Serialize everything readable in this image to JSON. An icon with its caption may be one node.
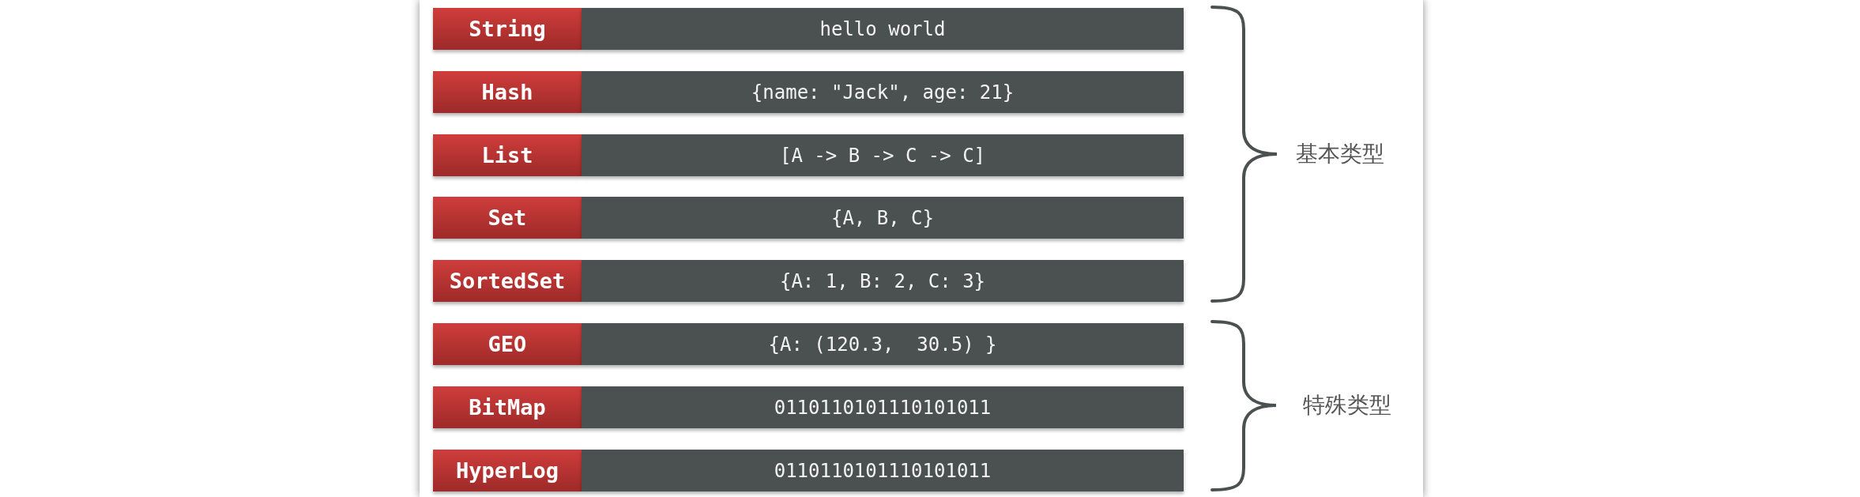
{
  "diagram": {
    "nodes": [
      {
        "text": [
          "String"
        ]
      },
      {
        "text": [
          "hello world"
        ]
      },
      {
        "text": [
          "Hash"
        ]
      },
      {
        "text": [
          "{name: \"Jack\", age: 21}"
        ]
      },
      {
        "text": [
          "List"
        ]
      },
      {
        "text": [
          "[A -> B -> C -> C]"
        ]
      },
      {
        "text": [
          "Set"
        ]
      },
      {
        "text": [
          "{A, B, C}"
        ]
      },
      {
        "text": [
          "SortedSet"
        ]
      },
      {
        "text": [
          "{A: 1, B: 2, C: 3}"
        ]
      },
      {
        "text": [
          "GEO"
        ]
      },
      {
        "text": [
          "{A: (120.3,  30.5) }"
        ]
      },
      {
        "text": [
          "BitMap"
        ]
      },
      {
        "text": [
          "0110110101110101011"
        ]
      },
      {
        "text": [
          "HyperLog"
        ]
      },
      {
        "text": [
          "0110110101110101011"
        ]
      }
    ],
    "labels": [
      "基本类型",
      "特殊类型"
    ]
  }
}
